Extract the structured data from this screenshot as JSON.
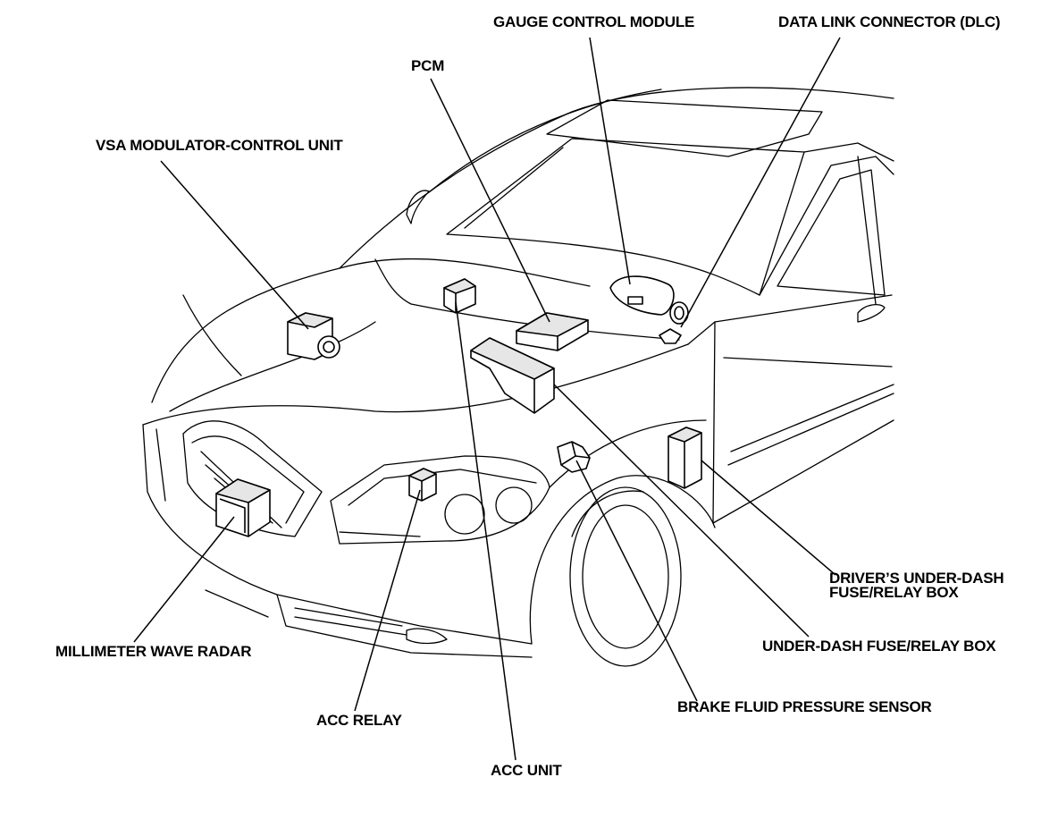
{
  "labels": {
    "gauge_control_module": "GAUGE CONTROL MODULE",
    "data_link_connector": "DATA LINK CONNECTOR (DLC)",
    "pcm": "PCM",
    "vsa_modulator": "VSA MODULATOR-CONTROL UNIT",
    "drivers_under_dash_line1": "DRIVER’S UNDER-DASH",
    "drivers_under_dash_line2": "FUSE/RELAY BOX",
    "under_dash_fuse_relay_box": "UNDER-DASH FUSE/RELAY BOX",
    "millimeter_wave_radar": "MILLIMETER WAVE RADAR",
    "brake_fluid_pressure_sensor": "BRAKE FLUID PRESSURE SENSOR",
    "acc_relay": "ACC RELAY",
    "acc_unit": "ACC UNIT"
  }
}
